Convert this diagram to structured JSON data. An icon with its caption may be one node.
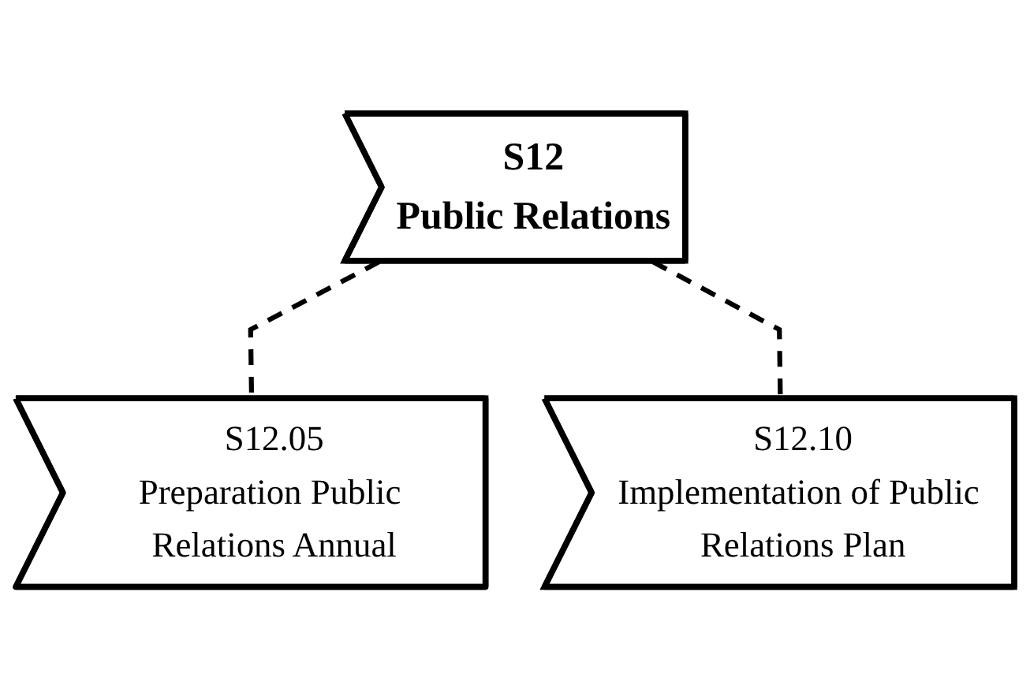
{
  "diagram": {
    "nodes": [
      {
        "text": [
          "S12",
          "Public Relations"
        ]
      },
      {
        "text": [
          "S12.05",
          "Preparation Public Relations Annual"
        ]
      },
      {
        "text": [
          "S12.10",
          "Implementation of Public Relations Plan"
        ]
      }
    ],
    "edges": [
      {
        "from": 0,
        "to": 1,
        "arrow": "none",
        "style": "dashed"
      },
      {
        "from": 0,
        "to": 2,
        "arrow": "none",
        "style": "dashed"
      }
    ]
  }
}
